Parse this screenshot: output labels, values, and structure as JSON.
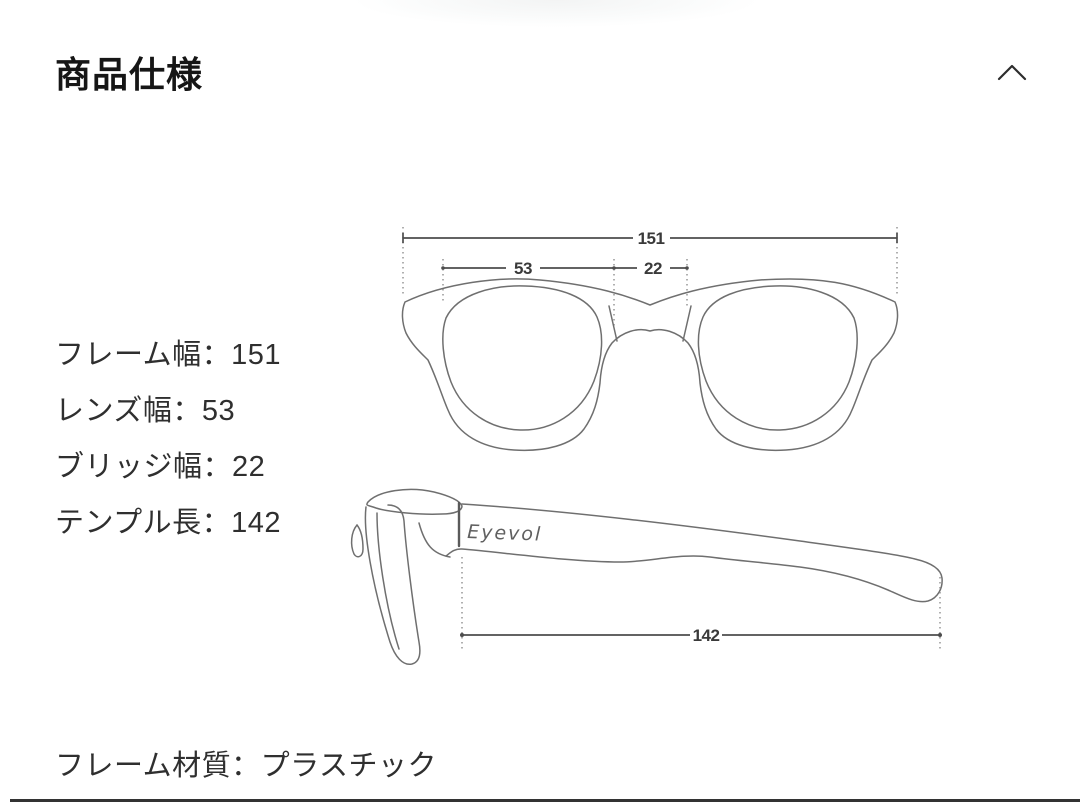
{
  "header": {
    "title": "商品仕様",
    "collapse_icon": "chevron-up"
  },
  "specs": {
    "items": [
      {
        "text": "フレーム幅：151"
      },
      {
        "text": "レンズ幅：53"
      },
      {
        "text": "ブリッジ幅：22"
      },
      {
        "text": "テンプル長：142"
      }
    ]
  },
  "diagram": {
    "type": "glasses-dimension-diagram",
    "frame_width": "151",
    "lens_width": "53",
    "bridge_width": "22",
    "temple_length": "142",
    "brand": "Eyevol"
  },
  "material": {
    "text": "フレーム材質：プラスチック"
  },
  "colors": {
    "line_art": "#6f6f6f",
    "dimension_line": "#4d4d4d",
    "dotted_guide": "#8f8f8f",
    "text": "#2f2f2f",
    "title": "#161616",
    "divider": "#333333"
  }
}
